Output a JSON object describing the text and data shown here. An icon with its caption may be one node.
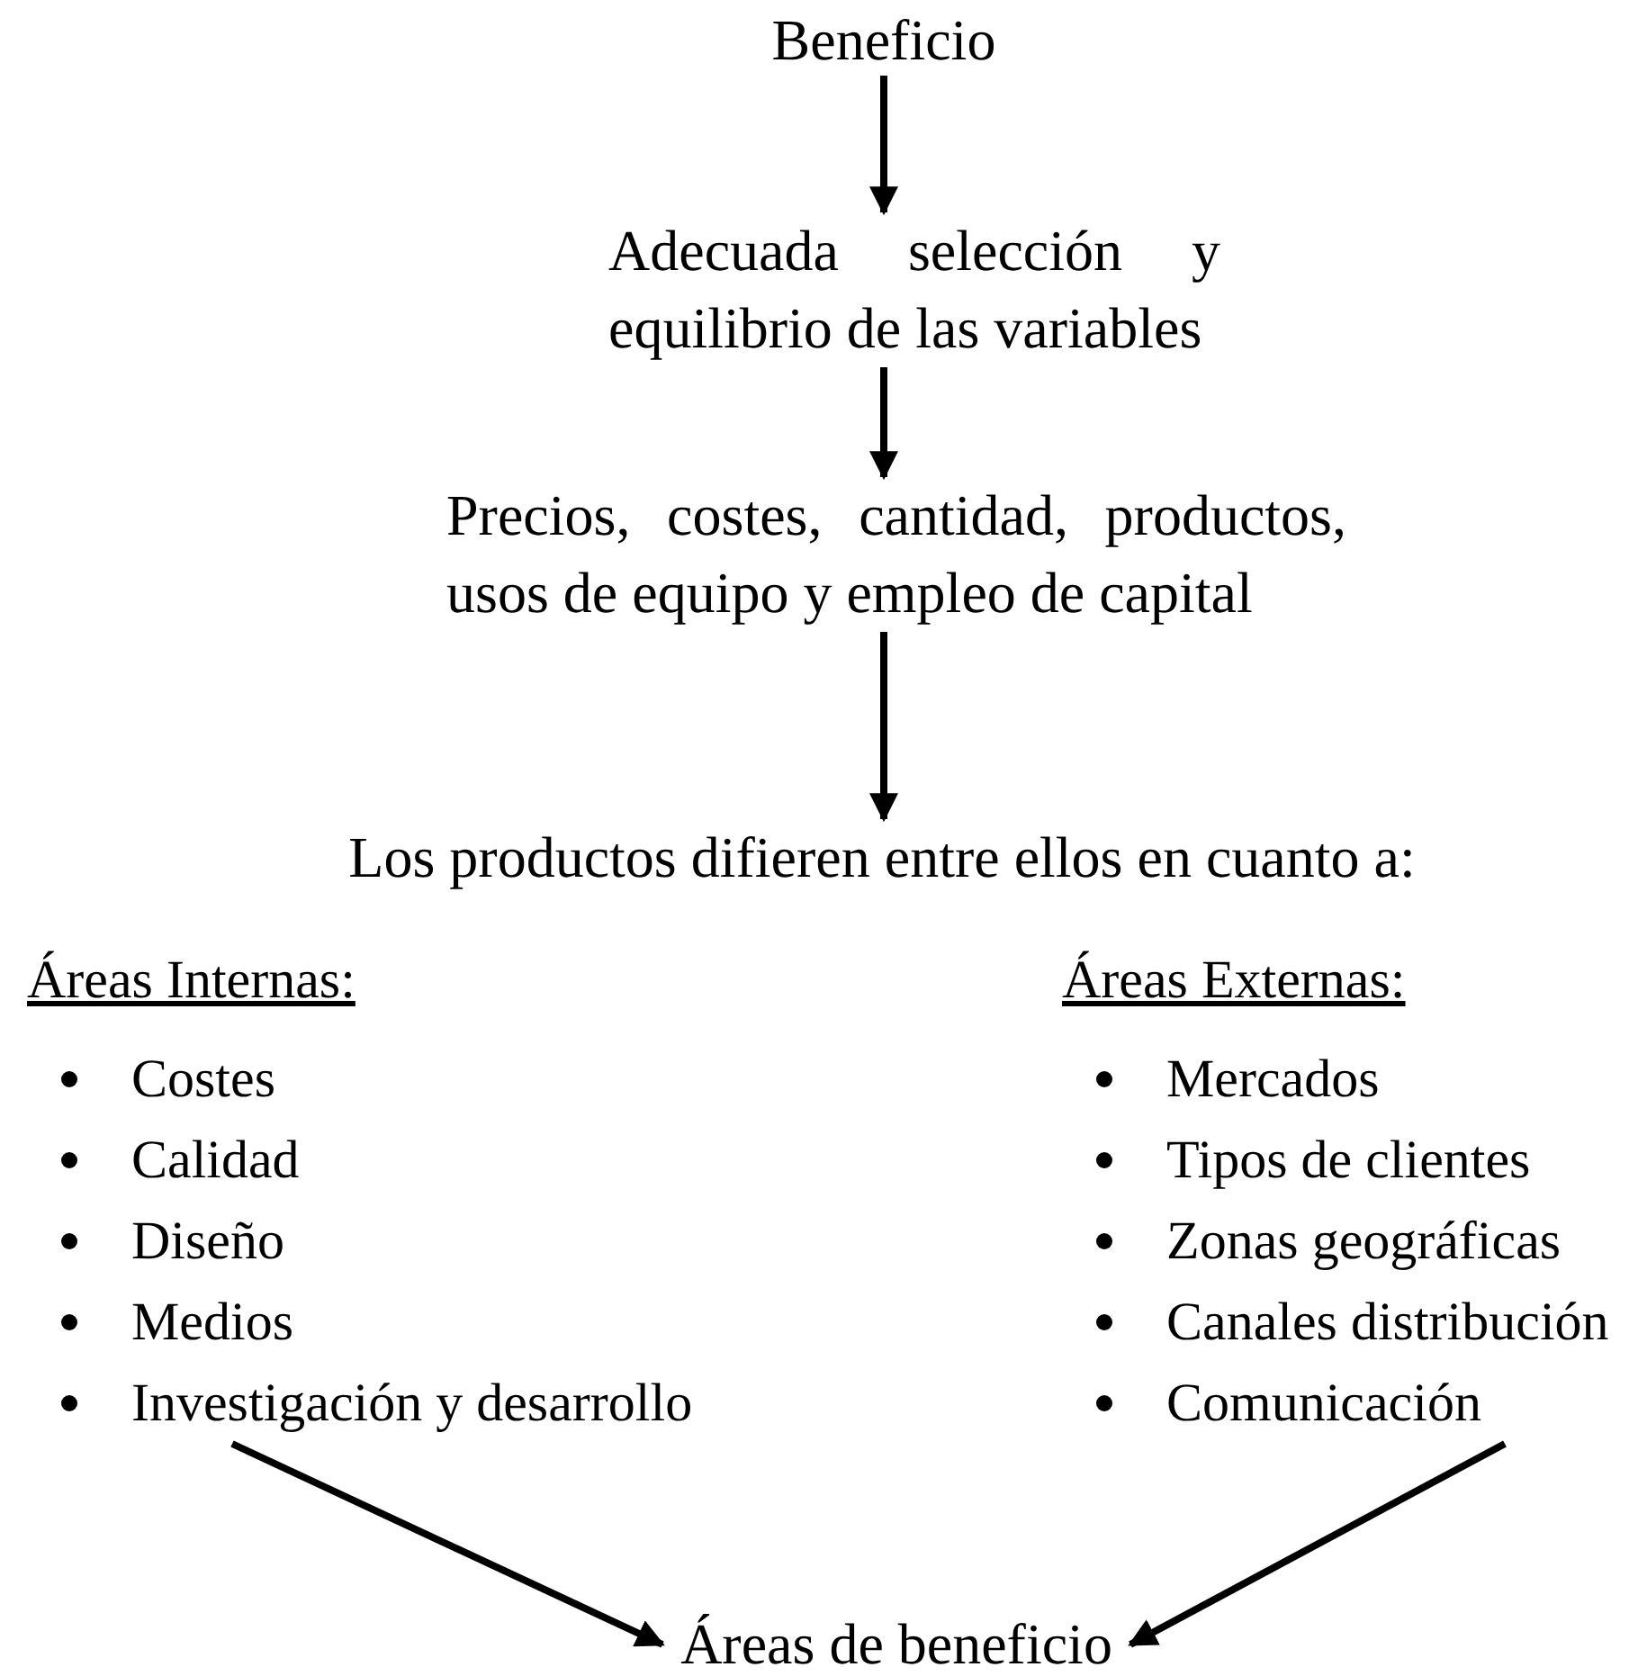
{
  "diagram": {
    "nodes": [
      {
        "text": [
          "Beneficio"
        ]
      },
      {
        "text": [
          "Adecuada selección y equilibrio de las variables"
        ]
      },
      {
        "text": [
          "Precios, costes, cantidad, productos, usos de equipo y empleo de capital"
        ]
      },
      {
        "text": [
          "Los productos difieren entre ellos en cuanto a:"
        ]
      },
      {
        "text": [
          "Áreas Internas:",
          "Costes",
          "Calidad",
          "Diseño",
          "Medios",
          "Investigación y desarrollo"
        ]
      },
      {
        "text": [
          "Áreas Externas:",
          "Mercados",
          "Tipos de clientes",
          "Zonas geográficas",
          "Canales distribución",
          "Comunicación"
        ]
      },
      {
        "text": [
          "Áreas de beneficio"
        ]
      }
    ],
    "edges": [
      {
        "from": 0,
        "to": 1,
        "arrow": "to"
      },
      {
        "from": 1,
        "to": 2,
        "arrow": "to"
      },
      {
        "from": 2,
        "to": 3,
        "arrow": "to"
      },
      {
        "from": 4,
        "to": 6,
        "arrow": "to"
      },
      {
        "from": 5,
        "to": 6,
        "arrow": "to"
      }
    ]
  }
}
